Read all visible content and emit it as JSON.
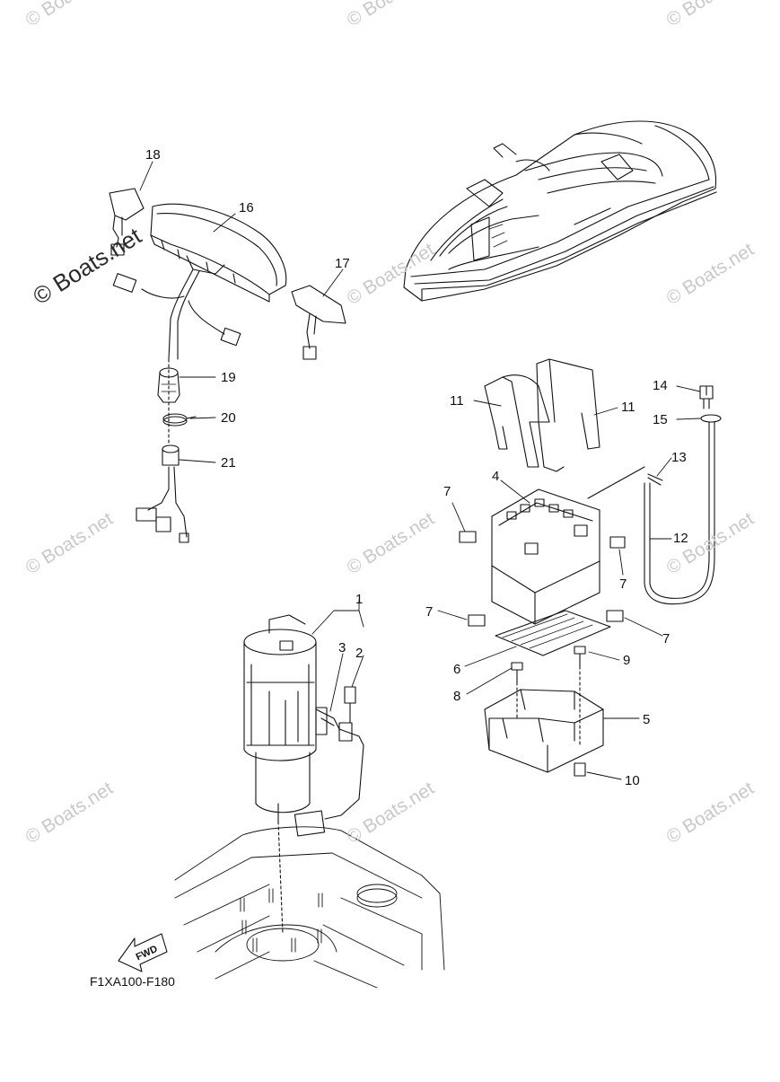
{
  "diagram_code": "F1XA100-F180",
  "fwd_label": "FWD",
  "watermark_text": "© Boats.net",
  "watermark_big": "© Boats.net",
  "callouts": {
    "c1": "1",
    "c2": "2",
    "c3": "3",
    "c4": "4",
    "c5": "5",
    "c6": "6",
    "c7a": "7",
    "c7b": "7",
    "c7c": "7",
    "c7d": "7",
    "c8": "8",
    "c9": "9",
    "c10": "10",
    "c11a": "11",
    "c11b": "11",
    "c12": "12",
    "c13": "13",
    "c14": "14",
    "c15": "15",
    "c16": "16",
    "c17": "17",
    "c18": "18",
    "c19": "19",
    "c20": "20",
    "c21": "21"
  },
  "line_color": "#111111",
  "watermark_color": "#c9c9c9"
}
